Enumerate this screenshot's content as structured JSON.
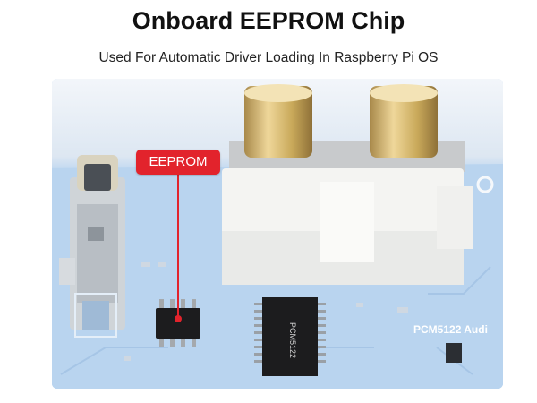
{
  "header": {
    "title": "Onboard EEPROM Chip",
    "subtitle": "Used For Automatic Driver Loading In Raspberry Pi OS"
  },
  "callout": {
    "label": "EEPROM"
  },
  "board": {
    "silkscreen_label": "PCM5122 Audi",
    "dac_chip_text": "PCM5122"
  },
  "colors": {
    "pcb": "#bcd6f0",
    "accent": "#e2232c",
    "chip": "#1c1c1e",
    "gold": "#c9a95a"
  }
}
